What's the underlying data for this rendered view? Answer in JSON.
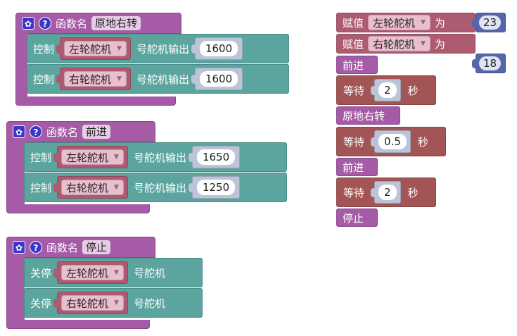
{
  "functions": [
    {
      "name_label": "函数名",
      "name": "原地右转",
      "statements": [
        {
          "action": "控制",
          "servo": "左轮舵机",
          "suffix": "号舵机输出",
          "value": "1600"
        },
        {
          "action": "控制",
          "servo": "右轮舵机",
          "suffix": "号舵机输出",
          "value": "1600"
        }
      ]
    },
    {
      "name_label": "函数名",
      "name": "前进",
      "statements": [
        {
          "action": "控制",
          "servo": "左轮舵机",
          "suffix": "号舵机输出",
          "value": "1650"
        },
        {
          "action": "控制",
          "servo": "右轮舵机",
          "suffix": "号舵机输出",
          "value": "1250"
        }
      ]
    },
    {
      "name_label": "函数名",
      "name": "停止",
      "statements": [
        {
          "action": "关停",
          "servo": "左轮舵机",
          "suffix": "号舵机"
        },
        {
          "action": "关停",
          "servo": "右轮舵机",
          "suffix": "号舵机"
        }
      ]
    }
  ],
  "sequence": [
    {
      "type": "assign",
      "label": "赋值",
      "variable": "左轮舵机",
      "to": "为",
      "value": "23"
    },
    {
      "type": "assign",
      "label": "赋值",
      "variable": "右轮舵机",
      "to": "为",
      "value": "18"
    },
    {
      "type": "call",
      "label": "前进"
    },
    {
      "type": "wait",
      "label": "等待",
      "value": "2",
      "unit": "秒"
    },
    {
      "type": "call",
      "label": "原地右转"
    },
    {
      "type": "wait",
      "label": "等待",
      "value": "0.5",
      "unit": "秒"
    },
    {
      "type": "call",
      "label": "前进"
    },
    {
      "type": "wait",
      "label": "等待",
      "value": "2",
      "unit": "秒"
    },
    {
      "type": "call",
      "label": "停止"
    }
  ],
  "icons": {
    "gear": "gear-icon",
    "help": "help-icon",
    "dropdown": "triangle-down-icon"
  },
  "colors": {
    "function": "#a55ba5",
    "statement": "#5ba59e",
    "servo_socket": "#ad5b70",
    "number_socket": "#bcc4d7",
    "value_block": "#5566aa",
    "wait": "#a35555"
  }
}
